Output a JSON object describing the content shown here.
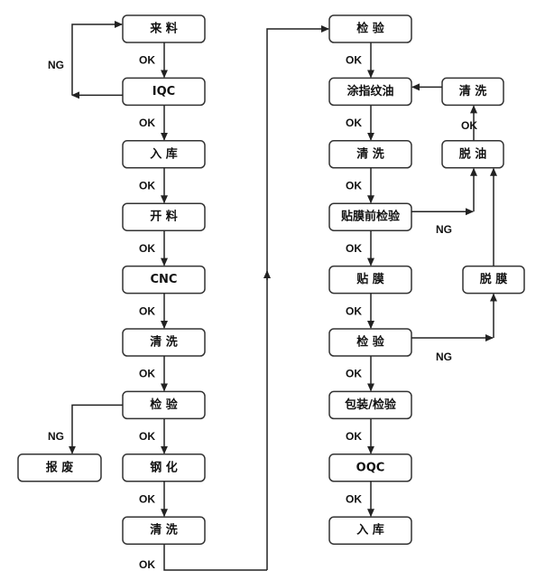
{
  "left_column": [
    "来  料",
    "IQC",
    "入  库",
    "开  料",
    "CNC",
    "清  洗",
    "检  验",
    "钢  化",
    "清  洗"
  ],
  "right_column": [
    "检  验",
    "涂指纹油",
    "清  洗",
    "贴膜前检验",
    "贴  膜",
    "检  验",
    "包装/检验",
    "OQC",
    "入  库"
  ],
  "side_nodes": {
    "scrap": "报  废",
    "rework_clean": "清  洗",
    "degrease": "脱 油",
    "peel_film": "脱 膜"
  },
  "edge_labels": {
    "ok": "OK",
    "ng": "NG"
  }
}
